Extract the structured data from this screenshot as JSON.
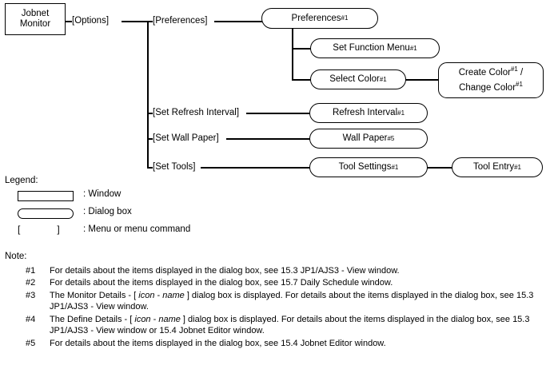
{
  "diagram": {
    "root": {
      "label": "Jobnet\nMonitor",
      "line1": "Jobnet",
      "line2": "Monitor",
      "type": "window"
    },
    "menus": [
      {
        "id": "options",
        "label": "[Options]"
      },
      {
        "id": "preferences",
        "label": "[Preferences]"
      },
      {
        "id": "set-refresh-interval",
        "label": "[Set Refresh Interval]"
      },
      {
        "id": "set-wall-paper",
        "label": "[Set Wall Paper]"
      },
      {
        "id": "set-tools",
        "label": "[Set Tools]"
      }
    ],
    "dialogs": [
      {
        "id": "preferences-dialog",
        "label": "Preferences",
        "footnote": "#1",
        "type": "dialog"
      },
      {
        "id": "set-function-menu-dialog",
        "label": "Set Function Menu",
        "footnote": "#1",
        "type": "dialog"
      },
      {
        "id": "select-color-dialog",
        "label": "Select Color",
        "footnote": "#1",
        "type": "dialog"
      },
      {
        "id": "create-change-color-dialog",
        "line1": "Create Color",
        "footnote1": "#1",
        "separator": " /",
        "line2": "Change Color",
        "footnote2": "#1",
        "type": "dialog-square"
      },
      {
        "id": "refresh-interval-dialog",
        "label": "Refresh Interval",
        "footnote": "#1",
        "type": "dialog"
      },
      {
        "id": "wall-paper-dialog",
        "label": "Wall Paper",
        "footnote": "#5",
        "type": "dialog"
      },
      {
        "id": "tool-settings-dialog",
        "label": "Tool Settings",
        "footnote": "#1",
        "type": "dialog"
      },
      {
        "id": "tool-entry-dialog",
        "label": "Tool Entry",
        "footnote": "#1",
        "type": "dialog"
      }
    ]
  },
  "legend": {
    "title": "Legend:",
    "rows": [
      {
        "shape": "window",
        "text": ": Window"
      },
      {
        "shape": "dialog",
        "text": ": Dialog box"
      },
      {
        "shape": "bracket",
        "open": "[",
        "close": "]",
        "text": ": Menu or menu command"
      }
    ]
  },
  "notes": {
    "title": "Note:",
    "items": [
      {
        "num": "#1",
        "text": "For details about the items displayed in the dialog box, see 15.3 JP1/AJS3 - View window."
      },
      {
        "num": "#2",
        "text": "For details about the items displayed in the dialog box, see 15.7 Daily Schedule window."
      },
      {
        "num": "#3",
        "pre": "The Monitor Details - [ ",
        "em1": "icon",
        "mid": " - ",
        "em2": "name",
        "post": " ] dialog box is displayed. For details about the items displayed in the dialog box, see 15.3 JP1/AJS3 - View window."
      },
      {
        "num": "#4",
        "pre": "The Define Details - [ ",
        "em1": "icon",
        "mid": " - ",
        "em2": "name",
        "post": " ] dialog box is displayed. For details about the items displayed in the dialog box, see 15.3 JP1/AJS3 - View window or 15.4 Jobnet Editor window."
      },
      {
        "num": "#5",
        "text": "For details about the items displayed in the dialog box, see 15.4 Jobnet Editor window."
      }
    ]
  }
}
